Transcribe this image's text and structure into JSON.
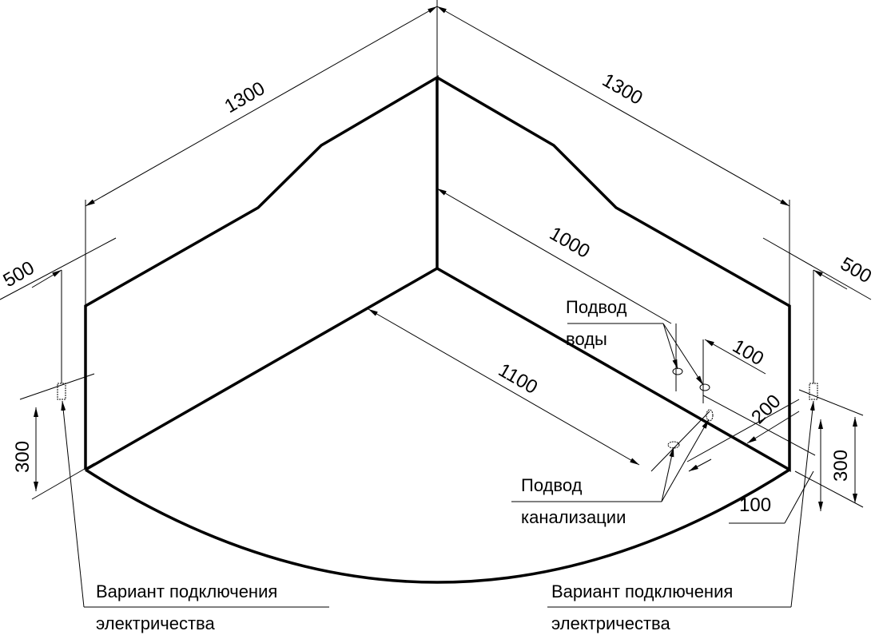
{
  "dimensions": {
    "top_left_width": "1300",
    "top_right_width": "1300",
    "inner_right_depth": "1000",
    "floor_diagonal": "1100",
    "left_offset": "500",
    "right_offset": "500",
    "left_height": "300",
    "right_height": "300",
    "water_spacing": "100",
    "drain_spacing": "200",
    "drain_offset": "100"
  },
  "labels": {
    "water_line1": "Подвод",
    "water_line2": "воды",
    "drain_line1": "Подвод",
    "drain_line2": "канализации",
    "electric_left_line1": "Вариант подключения",
    "electric_left_line2": "электричества",
    "electric_right_line1": "Вариант подключения",
    "electric_right_line2": "электричества"
  }
}
